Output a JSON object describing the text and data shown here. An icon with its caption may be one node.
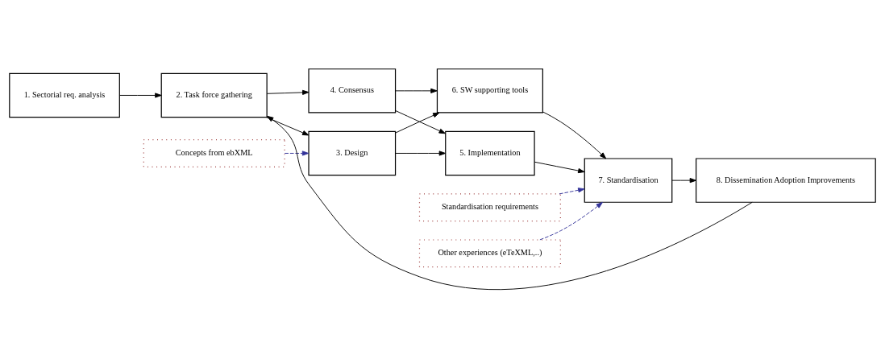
{
  "diagram": {
    "nodes": [
      {
        "text": [
          "Concepts from ebXML"
        ]
      },
      {
        "text": [
          "Other experiences (eTeXML,..)"
        ]
      },
      {
        "text": [
          "1. Sectorial req. analysis"
        ]
      },
      {
        "text": [
          "2. Task force gathering"
        ]
      },
      {
        "text": [
          "3. Design"
        ]
      },
      {
        "text": [
          "4. Consensus"
        ]
      },
      {
        "text": [
          "5. Implementation"
        ]
      },
      {
        "text": [
          "6. SW supporting tools"
        ]
      },
      {
        "text": [
          "7. Standardisation"
        ]
      },
      {
        "text": [
          "8. Dissemination Adoption Improvements"
        ]
      },
      {
        "text": [
          "Standardisation requirements"
        ]
      }
    ],
    "edges": [
      {
        "from": 0,
        "to": 4,
        "arrow": "to",
        "style": "dashed",
        "color": "#333399"
      },
      {
        "from": 1,
        "to": 8,
        "arrow": "to",
        "style": "dashed",
        "color": "#333399"
      },
      {
        "from": 2,
        "to": 3,
        "arrow": "to"
      },
      {
        "from": 3,
        "to": 4,
        "arrow": "to"
      },
      {
        "from": 3,
        "to": 5,
        "arrow": "to"
      },
      {
        "from": 4,
        "to": 6,
        "arrow": "to"
      },
      {
        "from": 4,
        "to": 7,
        "arrow": "to"
      },
      {
        "from": 5,
        "to": 6,
        "arrow": "to"
      },
      {
        "from": 5,
        "to": 7,
        "arrow": "to"
      },
      {
        "from": 6,
        "to": 8,
        "arrow": "to"
      },
      {
        "from": 7,
        "to": 8,
        "arrow": "to"
      },
      {
        "from": 8,
        "to": 9,
        "arrow": "to"
      },
      {
        "from": 9,
        "to": 3,
        "arrow": "to"
      },
      {
        "from": 10,
        "to": 8,
        "arrow": "to",
        "style": "dashed",
        "color": "#333399"
      }
    ]
  }
}
